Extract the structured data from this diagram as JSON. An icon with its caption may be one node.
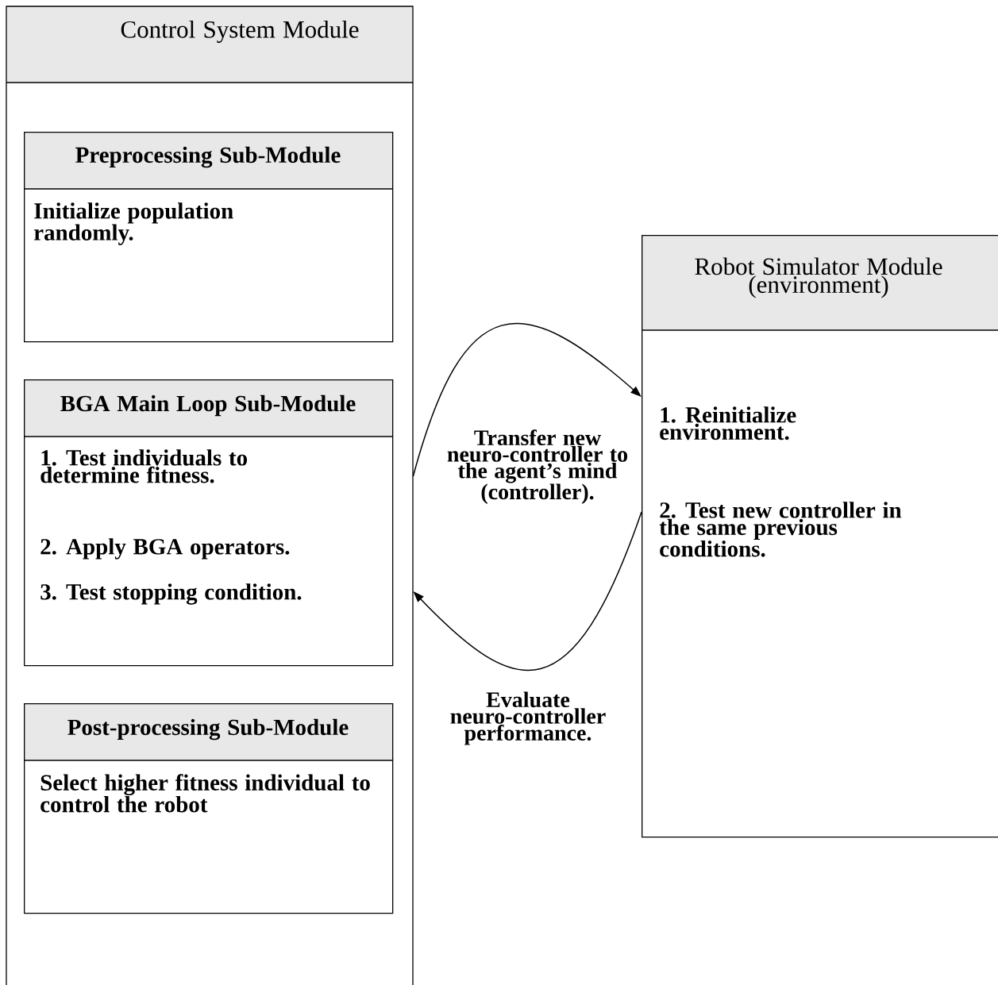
{
  "diagram": {
    "nodes": [
      {
        "text": [
          "Control System Module"
        ]
      },
      {
        "text": [
          "Preprocessing Sub-Module",
          "Initialize population randomly."
        ],
        "in": 0
      },
      {
        "text": [
          "BGA Main Loop Sub-Module",
          "1. Test individuals to determine fitness.",
          "2. Apply BGA operators.",
          "3. Test stopping condition."
        ],
        "in": 0
      },
      {
        "text": [
          "Post-processing Sub-Module",
          "Select higher fitness individual to control the robot"
        ],
        "in": 0
      },
      {
        "text": [
          "Robot Simulator Module (environment)",
          "1. Reinitialize environment.",
          "2. Test new controller in the same previous conditions."
        ]
      }
    ],
    "edges": [
      {
        "from": 0,
        "to": 4,
        "arrow": "to",
        "label": "Transfer new neuro-controller to the agent’s mind (controller)."
      },
      {
        "from": 4,
        "to": 0,
        "arrow": "to",
        "label": "Evaluate neuro-controller performance."
      }
    ]
  }
}
